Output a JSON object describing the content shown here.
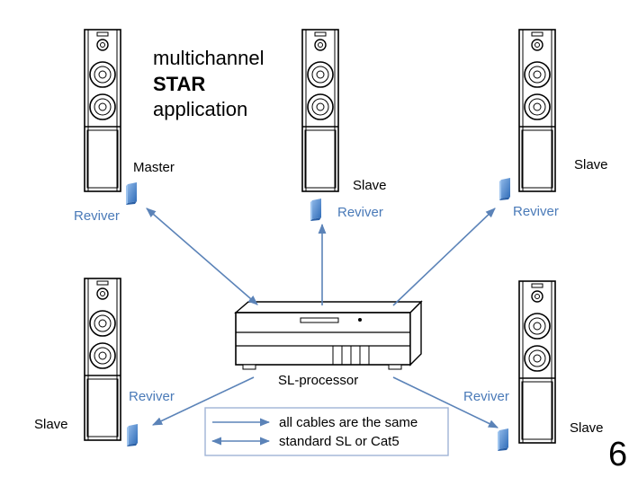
{
  "title": {
    "line1": "multichannel",
    "line2": "STAR",
    "line3": "application"
  },
  "speakers": [
    {
      "id": "front-left",
      "role": "Master",
      "unit": "Reviver"
    },
    {
      "id": "center",
      "role": "Slave",
      "unit": "Reviver"
    },
    {
      "id": "front-right",
      "role": "Slave",
      "unit": "Reviver"
    },
    {
      "id": "rear-left",
      "role": "Slave",
      "unit": "Reviver"
    },
    {
      "id": "rear-right",
      "role": "Slave",
      "unit": "Reviver"
    }
  ],
  "processor": {
    "label": "SL-processor"
  },
  "legend": {
    "line1": "all cables are the same",
    "line2": "standard SL or Cat5"
  },
  "page_number": "6",
  "colors": {
    "arrow": "#5b83b8",
    "reviver_text": "#4a7ab8",
    "reviver_box": "#4d86c8",
    "outline": "#000000"
  }
}
